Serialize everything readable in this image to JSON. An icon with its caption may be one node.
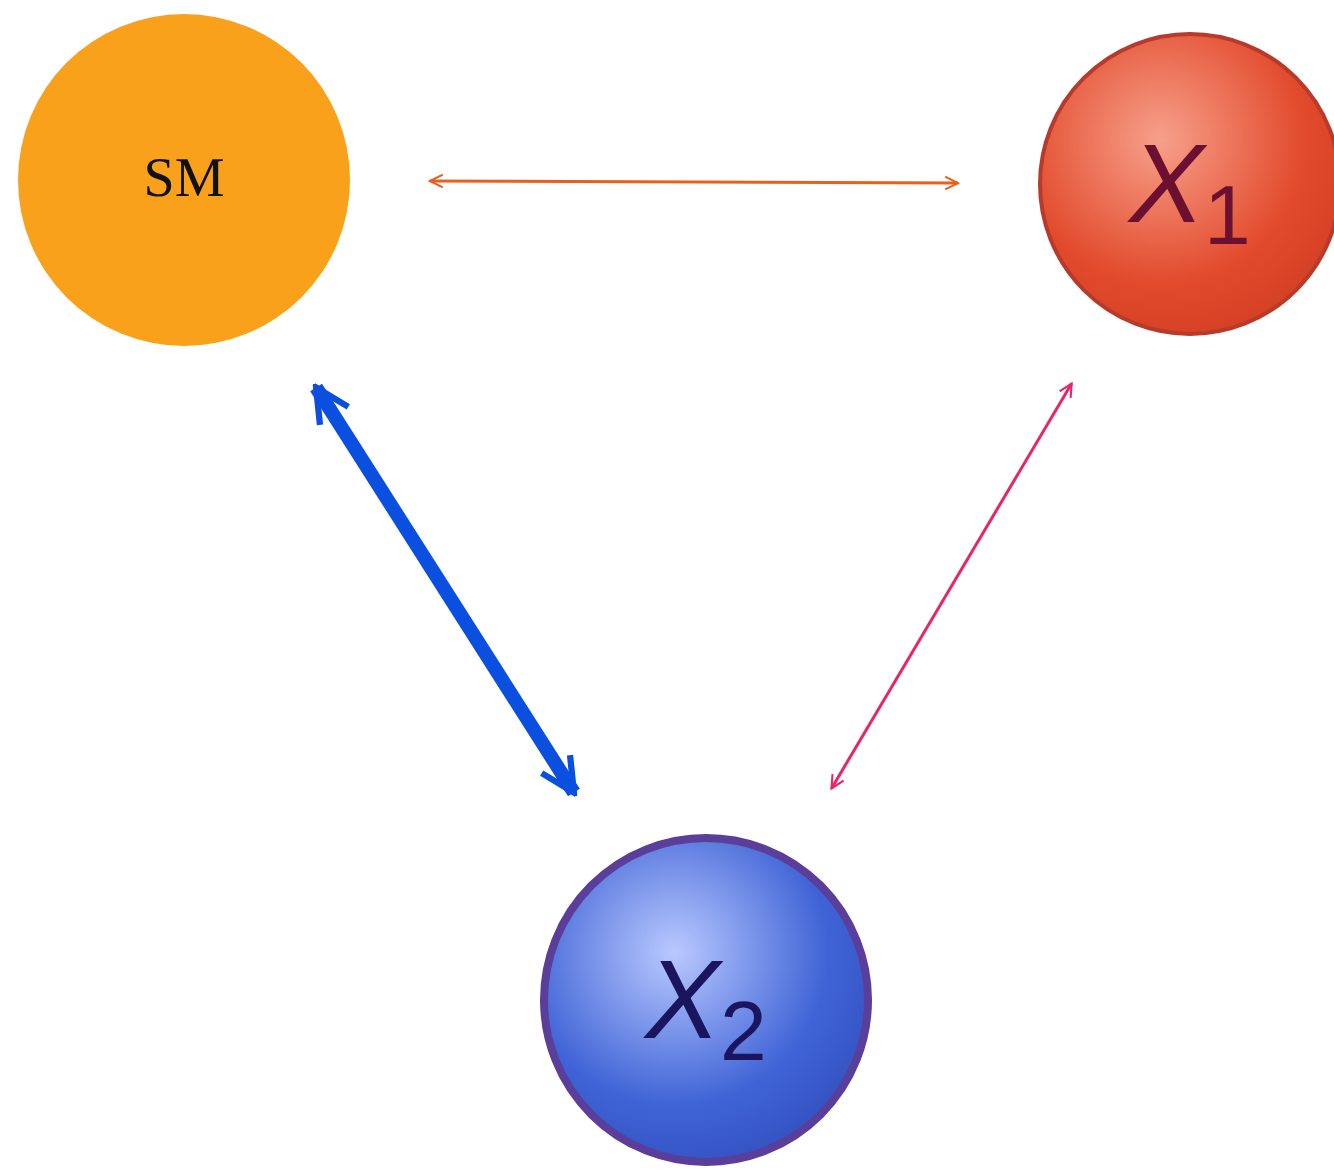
{
  "diagram": {
    "nodes": [
      {
        "text": [
          "SM"
        ]
      },
      {
        "text": [
          "*X*$_{1}$"
        ]
      },
      {
        "text": [
          "*X*$_{2}$"
        ]
      }
    ],
    "edges": [
      {
        "from": 0,
        "to": 1,
        "arrow": "both",
        "color": "#e8601c"
      },
      {
        "from": 0,
        "to": 2,
        "arrow": "both",
        "style": "thick",
        "color": "#0a4fe0"
      },
      {
        "from": 1,
        "to": 2,
        "arrow": "both",
        "color": "#e8246a"
      }
    ]
  }
}
